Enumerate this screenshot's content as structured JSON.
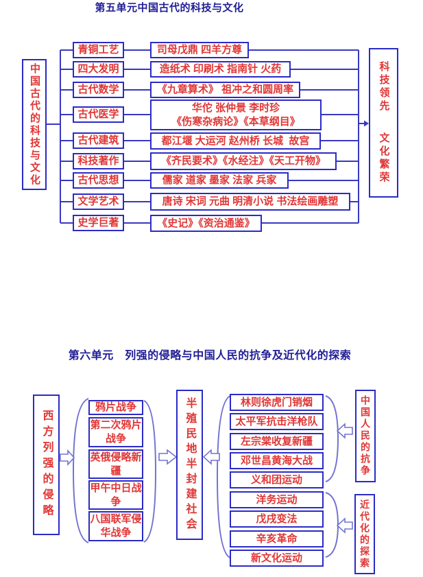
{
  "unit5": {
    "title": "第五单元中国古代的科技与文化",
    "root_label": "中国古代的科技与文化",
    "rows": [
      {
        "category": "青铜工艺",
        "content": "司母戊鼎 四羊方尊"
      },
      {
        "category": "四大发明",
        "content": "造纸术 印刷术 指南针 火药"
      },
      {
        "category": "古代数学",
        "content": "《九章算术》 祖冲之和圆周率"
      },
      {
        "category": "古代医学",
        "content": "华佗 张仲景 李时珍",
        "content2": "《伤寒杂病论》《本草纲目》"
      },
      {
        "category": "古代建筑",
        "content": "都江堰 大运河 赵州桥 长城  故宫"
      },
      {
        "category": "科技著作",
        "content": "《齐民要术》《水经注》《天工开物》"
      },
      {
        "category": "古代思想",
        "content": "儒家 道家 墨家 法家 兵家"
      },
      {
        "category": "文学艺术",
        "content": "唐诗 宋词 元曲 明清小说 书法绘画雕塑"
      },
      {
        "category": "史学巨著",
        "content": "《史记》《资治通鉴》"
      }
    ],
    "conclusion_top": "科技领先",
    "conclusion_bottom": "文化繁荣"
  },
  "unit6": {
    "title": "第六单元　列强的侵略与中国人民的抗争及近代化的探索",
    "invasion_label": "西方列强的侵略",
    "wars": [
      "鸦片战争",
      "第二次鸦片战争",
      "英俄侵略新疆",
      "甲午中日战争",
      "八国联军侵华战争"
    ],
    "society_label": "半殖民地半封建社会",
    "events": [
      "林则徐虎门销烟",
      "太平军抗击洋枪队",
      "左宗棠收复新疆",
      "邓世昌黄海大战",
      "义和团运动",
      "洋务运动",
      "戊戌变法",
      "辛亥革命",
      "新文化运动"
    ],
    "resistance_label": "中国人民的抗争",
    "modernization_label": "近代化的探索"
  },
  "colors": {
    "box_border_blue": "#2a2ac6",
    "text_red": "#e03636",
    "title_navy": "#201d96",
    "connector_blue": "#3838c0",
    "bracket_blue": "#7272d2"
  }
}
